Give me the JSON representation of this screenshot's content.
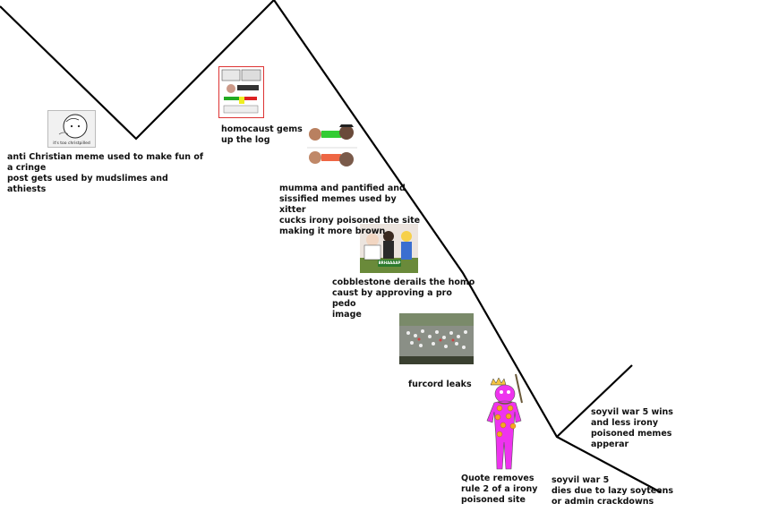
{
  "events": [
    {
      "text": "anti Christian meme used to make fun of a cringe\npost gets used by mudslimes and athiests",
      "image": "wojak-meme-thumbnail"
    },
    {
      "text": "homocaust gems\nup the log",
      "image": "comic-collage-thumbnail"
    },
    {
      "text": "mumma and pantified and\nsissified memes used by xitter\ncucks irony poisoned the site\nmaking it more brown",
      "image": "meme-collage-thumbnail"
    },
    {
      "text": "cobblestone derails the homo\ncaust by approving a pro pedo\nimage",
      "image": "cartoon-image-thumbnail"
    },
    {
      "text": "furcord leaks",
      "image": "crowd-photo-thumbnail"
    },
    {
      "text": "Quote removes\nrule 2 of a irony\npoisoned site",
      "image": "pink-figure-drawing"
    },
    {
      "text": "soyvil war 5\ndies due to lazy soyteens\nor admin crackdowns",
      "image": ""
    },
    {
      "text": "soyvil war 5 wins\nand less irony\npoisoned memes\napperar",
      "image": ""
    }
  ],
  "thumb_texts": {
    "wojak_caption": "it's too christpilled",
    "cartoon_banner": "BRHAAAAP"
  },
  "colors": {
    "line": "#000000",
    "pink": "#ee33ee",
    "orange": "#f5a623"
  }
}
